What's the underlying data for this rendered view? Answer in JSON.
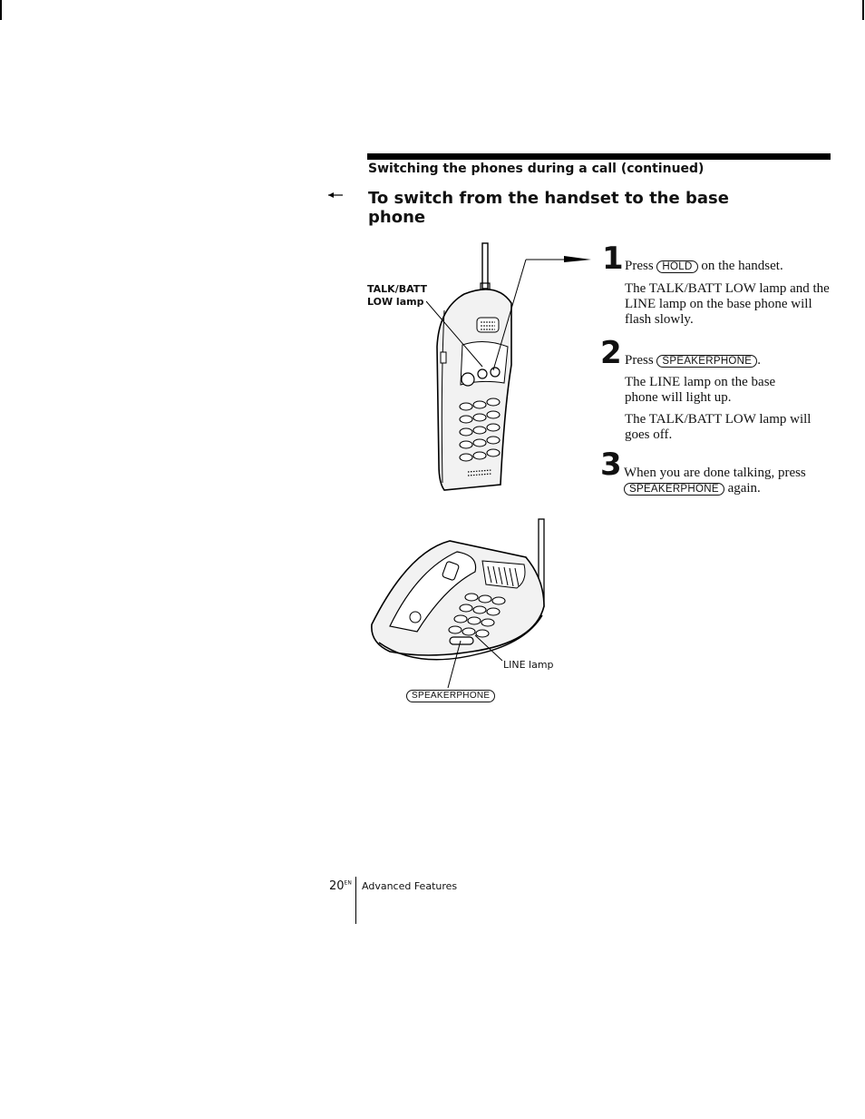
{
  "section": {
    "title": "Switching the phones during a call (continued)",
    "heading": "To switch from the handset to the base phone"
  },
  "figure": {
    "handset_label_line1": "TALK/BATT",
    "handset_label_line2": "LOW lamp",
    "line_lamp_label": "LINE lamp",
    "speakerphone_key": "SPEAKERPHONE"
  },
  "steps": [
    {
      "number": "1",
      "pre": "Press",
      "key": "HOLD",
      "post": "on the handset.",
      "note": "The TALK/BATT LOW lamp and the LINE lamp on the base phone will flash slowly."
    },
    {
      "number": "2",
      "pre": "Press",
      "key": "SPEAKERPHONE",
      "post": ".",
      "note1": "The LINE lamp on the base phone will light up.",
      "note2": "The TALK/BATT LOW lamp will goes off."
    },
    {
      "number": "3",
      "pre": "When you are done talking, press",
      "key": "SPEAKERPHONE",
      "post": "again."
    }
  ],
  "footer": {
    "page_number": "20",
    "page_suffix": "EN",
    "section_name": "Advanced Features"
  }
}
